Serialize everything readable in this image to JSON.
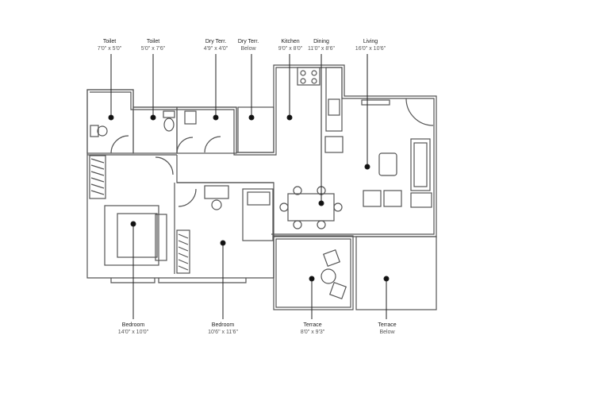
{
  "labels": {
    "toilet1": {
      "name": "Toilet",
      "dim": "7'0\" x 5'0\""
    },
    "toilet2": {
      "name": "Toilet",
      "dim": "5'0\" x 7'6\""
    },
    "dry1": {
      "name": "Dry Terr.",
      "dim": "4'9\" x 4'0\""
    },
    "dry2": {
      "name": "Dry Terr.",
      "dim": "Below"
    },
    "kitchen": {
      "name": "Kitchen",
      "dim": "9'0\" x 8'0\""
    },
    "dining": {
      "name": "Dining",
      "dim": "11'0\" x 8'6\""
    },
    "living": {
      "name": "Living",
      "dim": "16'0\" x 10'6\""
    },
    "bedroom1": {
      "name": "Bedroom",
      "dim": "14'0\" x 10'0\""
    },
    "bedroom2": {
      "name": "Bedroom",
      "dim": "10'6\" x 11'6\""
    },
    "terrace1": {
      "name": "Terrace",
      "dim": "8'0\" x 9'3\""
    },
    "terrace2": {
      "name": "Terrace",
      "dim": "Below"
    }
  },
  "colors": {
    "wall": "#555555",
    "leader": "#222222",
    "text": "#333333"
  }
}
